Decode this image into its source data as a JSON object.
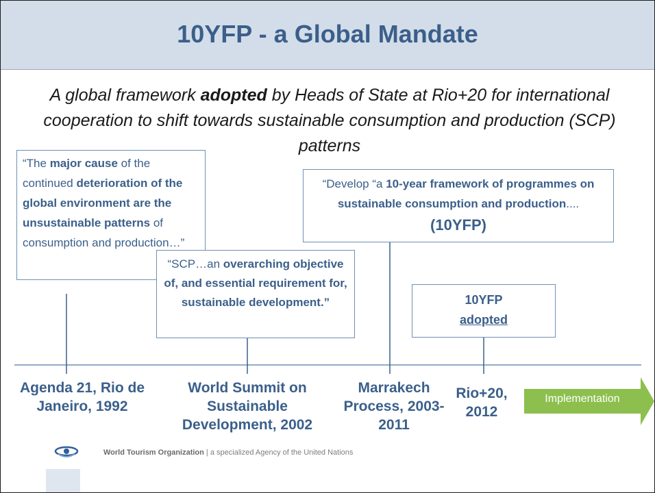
{
  "slide": {
    "title": "10YFP - a Global Mandate",
    "subtitle": {
      "part1": "A global framework ",
      "emphasis": "adopted",
      "part2": " by Heads of State at Rio+20 for international cooperation to shift towards sustainable consumption and production (SCP) patterns"
    }
  },
  "quotes": {
    "q1": {
      "t1": "“The ",
      "b1": "major cause",
      "t2": " of the continued ",
      "b2": "deterioration of the global environment are the unsustainable patterns",
      "t3": " of consumption and production…”"
    },
    "q2": {
      "t1": "“SCP…an ",
      "b1": "overarching objective of, and essential requirement for, sustainable development.”"
    },
    "q3": {
      "t1": "“Develop “a ",
      "b1": "10-year framework of programmes on sustainable consumption and production",
      "t2": "....",
      "big": "(10YFP)"
    },
    "q4": {
      "line1": "10YFP",
      "line2": "adopted"
    }
  },
  "timeline": {
    "milestones": [
      "Agenda 21, Rio de Janeiro, 1992",
      "World Summit on Sustainable Development, 2002",
      "Marrakech Process, 2003-2011",
      "Rio+20, 2012"
    ],
    "next_step": "Implementation"
  },
  "footer": {
    "org": "World Tourism Organization",
    "separator": " | ",
    "tagline": "a specialized Agency of the United Nations"
  },
  "colors": {
    "title_band": "#d3dde9",
    "accent_blue": "#3b5f8a",
    "arrow_green": "#8dbf4e"
  }
}
